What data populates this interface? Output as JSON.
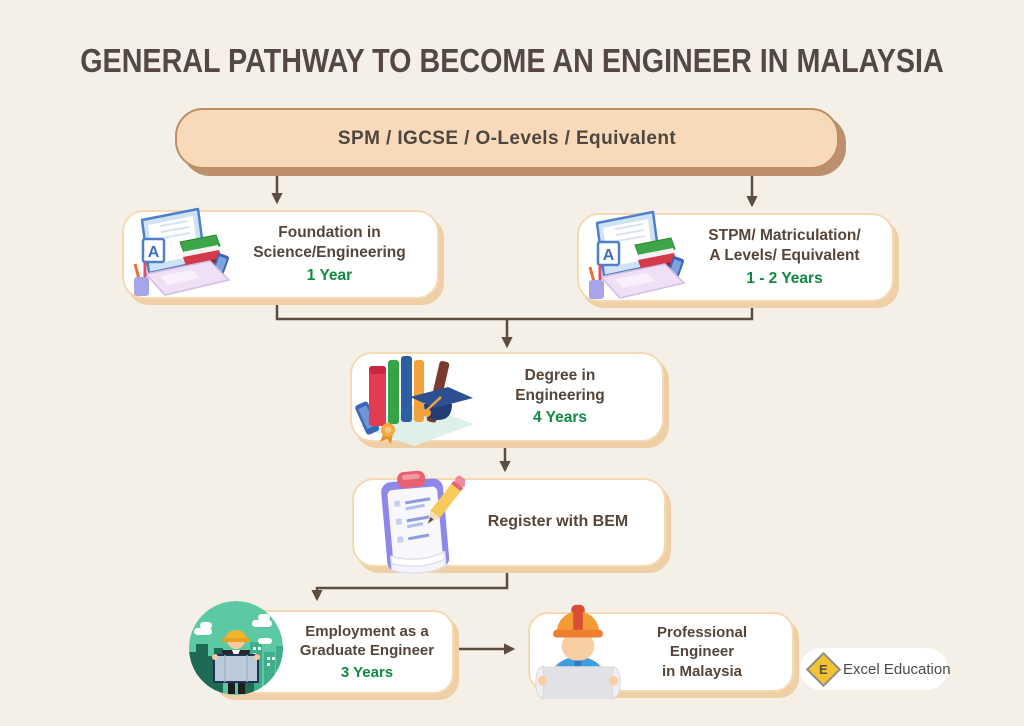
{
  "title": "GENERAL PATHWAY TO BECOME AN ENGINEER IN MALAYSIA",
  "nodes": {
    "start": {
      "label": "SPM / IGCSE / O-Levels / Equivalent"
    },
    "foundation": {
      "line1": "Foundation in",
      "line2": "Science/Engineering",
      "duration": "1 Year",
      "icon": "study-desk-icon"
    },
    "pre_university": {
      "line1": "STPM/ Matriculation/",
      "line2": "A Levels/ Equivalent",
      "duration": "1 - 2 Years",
      "icon": "study-desk-icon"
    },
    "degree": {
      "line1": "Degree in",
      "line2": "Engineering",
      "duration": "4 Years",
      "icon": "books-graduation-cap-icon"
    },
    "register": {
      "label": "Register with BEM",
      "icon": "clipboard-pencil-icon"
    },
    "employment": {
      "line1": "Employment as a",
      "line2": "Graduate Engineer",
      "duration": "3 Years",
      "icon": "graduate-engineer-icon"
    },
    "professional": {
      "line1": "Professional Engineer",
      "line2": "in Malaysia",
      "icon": "construction-engineer-icon"
    }
  },
  "logo": {
    "text": "Excel Education",
    "monogram": "E"
  },
  "colors": {
    "background": "#F4F0E7",
    "start_box_fill": "#F8DABB",
    "box_border": "#F5D9B3",
    "arrow": "#5D4D40",
    "title_text": "#554741",
    "body_text": "#564539",
    "duration_green": "#108A42",
    "logo_yellow": "#F2C230"
  }
}
